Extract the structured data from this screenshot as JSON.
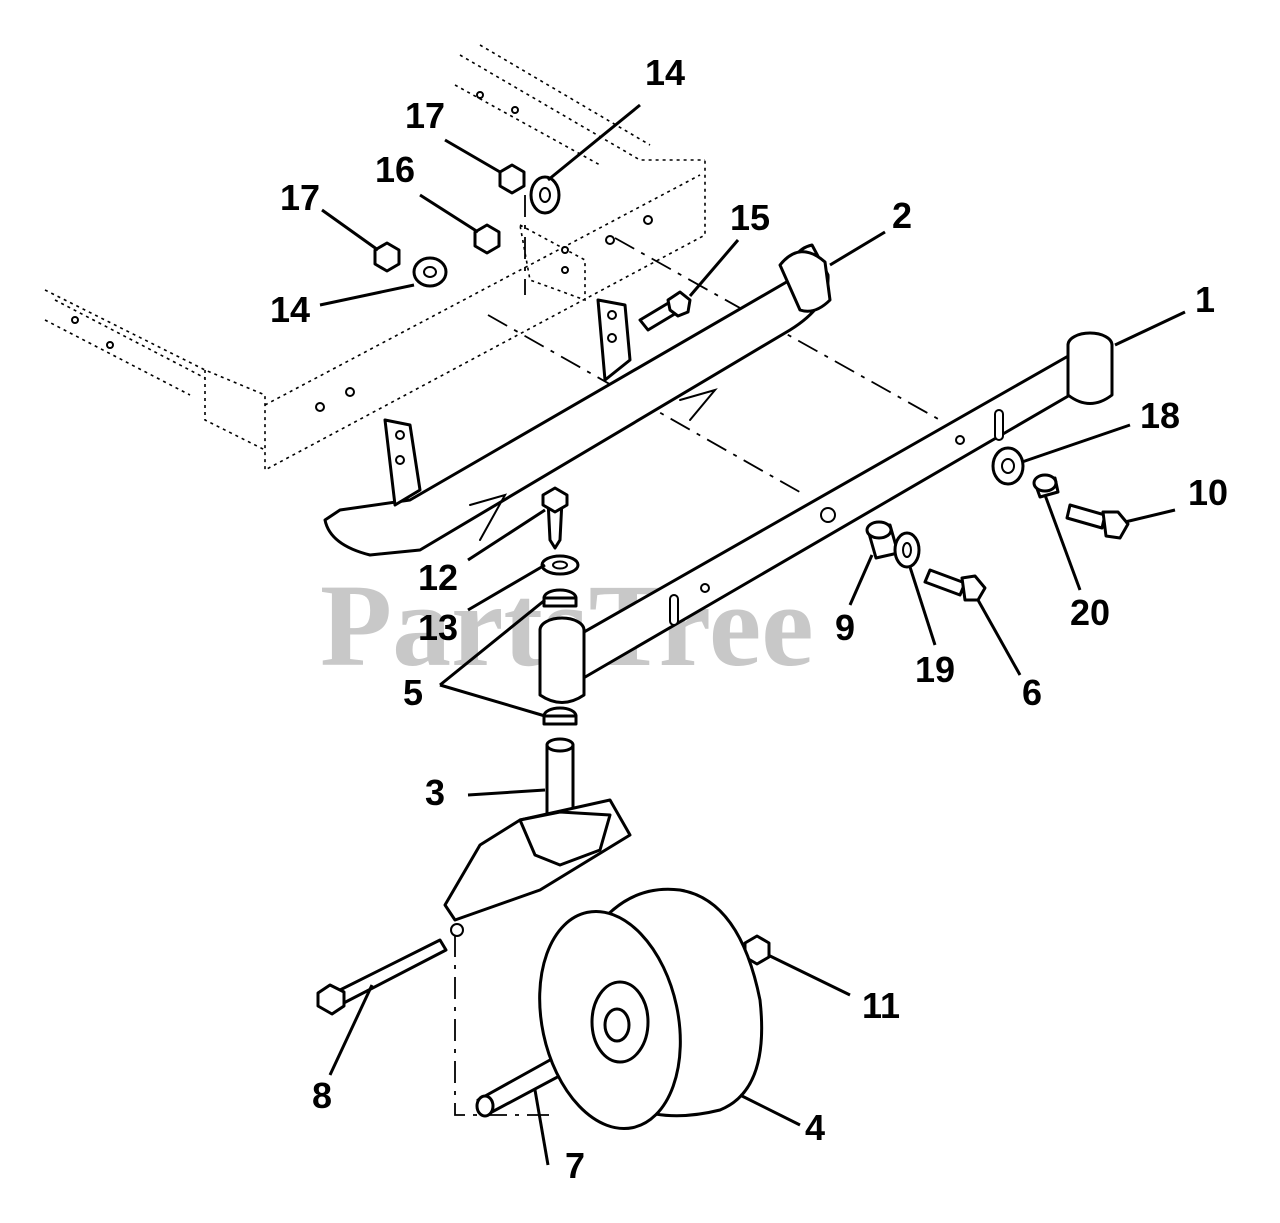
{
  "watermark": "PartsTree",
  "callouts": {
    "c1": "1",
    "c2": "2",
    "c3": "3",
    "c4": "4",
    "c5": "5",
    "c6": "6",
    "c7": "7",
    "c8": "8",
    "c9": "9",
    "c10": "10",
    "c11": "11",
    "c12": "12",
    "c13": "13",
    "c14a": "14",
    "c14b": "14",
    "c15": "15",
    "c16": "16",
    "c17a": "17",
    "c17b": "17",
    "c18": "18",
    "c19": "19",
    "c20": "20"
  }
}
